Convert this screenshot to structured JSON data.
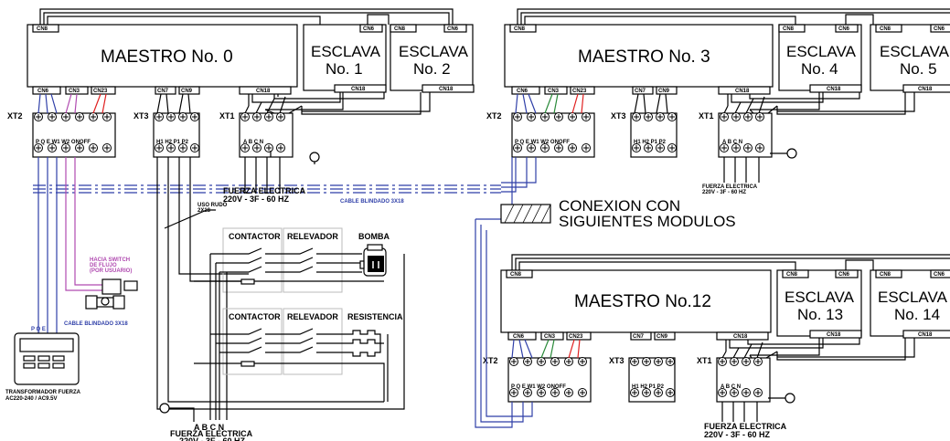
{
  "colors": {
    "blue": "#2f3fa8",
    "purple": "#b04ab0",
    "red": "#e02020",
    "green": "#2a8a3a",
    "black": "#000000"
  },
  "modules": {
    "m0": {
      "title": "MAESTRO No. 0"
    },
    "m3": {
      "title": "MAESTRO No. 3"
    },
    "m12": {
      "title": "MAESTRO No.12"
    },
    "s1": {
      "line1": "ESCLAVA",
      "line2": "No. 1"
    },
    "s2": {
      "line1": "ESCLAVA",
      "line2": "No. 2"
    },
    "s4": {
      "line1": "ESCLAVA",
      "line2": "No. 4"
    },
    "s5": {
      "line1": "ESCLAVA",
      "line2": "No. 5"
    },
    "s13": {
      "line1": "ESCLAVA",
      "line2": "No. 13"
    },
    "s14": {
      "line1": "ESCLAVA",
      "line2": "No. 14"
    }
  },
  "connectors": {
    "cn8": "CN8",
    "cn6": "CN6",
    "cn3": "CN3",
    "cn23": "CN23",
    "cn7": "CN7",
    "cn9": "CN9",
    "cn18": "CN18"
  },
  "terminals": {
    "xt1": "XT1",
    "xt2": "XT2",
    "xt3": "XT3",
    "xt2_labels": "P  Q  E  W1 W2 ONOFF",
    "xt3_labels": "H1 H2 P1 P2",
    "xt1_labels": "A  B  C  N"
  },
  "labels": {
    "fuerza_line1": "FUERZA ELECTRICA",
    "fuerza_line2": "220V - 3F - 60 HZ",
    "cable_blindado": "CABLE BLINDADO 3X18",
    "uso_rudo_1": "USO RUDO",
    "uso_rudo_2": "2X18",
    "conexion_1": "CONEXION CON",
    "conexion_2": "SIGUIENTES MODULOS",
    "contactor": "CONTACTOR",
    "relevador": "RELEVADOR",
    "bomba": "BOMBA",
    "resistencia": "RESISTENCIA",
    "switch_1": "HACIA SWITCH",
    "switch_2": "DE FLUJO",
    "switch_3": "(POR USUARIO)",
    "pqe": "P  Q  E",
    "transformador_1": "TRANSFORMADOR FUERZA",
    "transformador_2": "AC220-240 / AC9.5V",
    "abcn": "A B C N"
  }
}
